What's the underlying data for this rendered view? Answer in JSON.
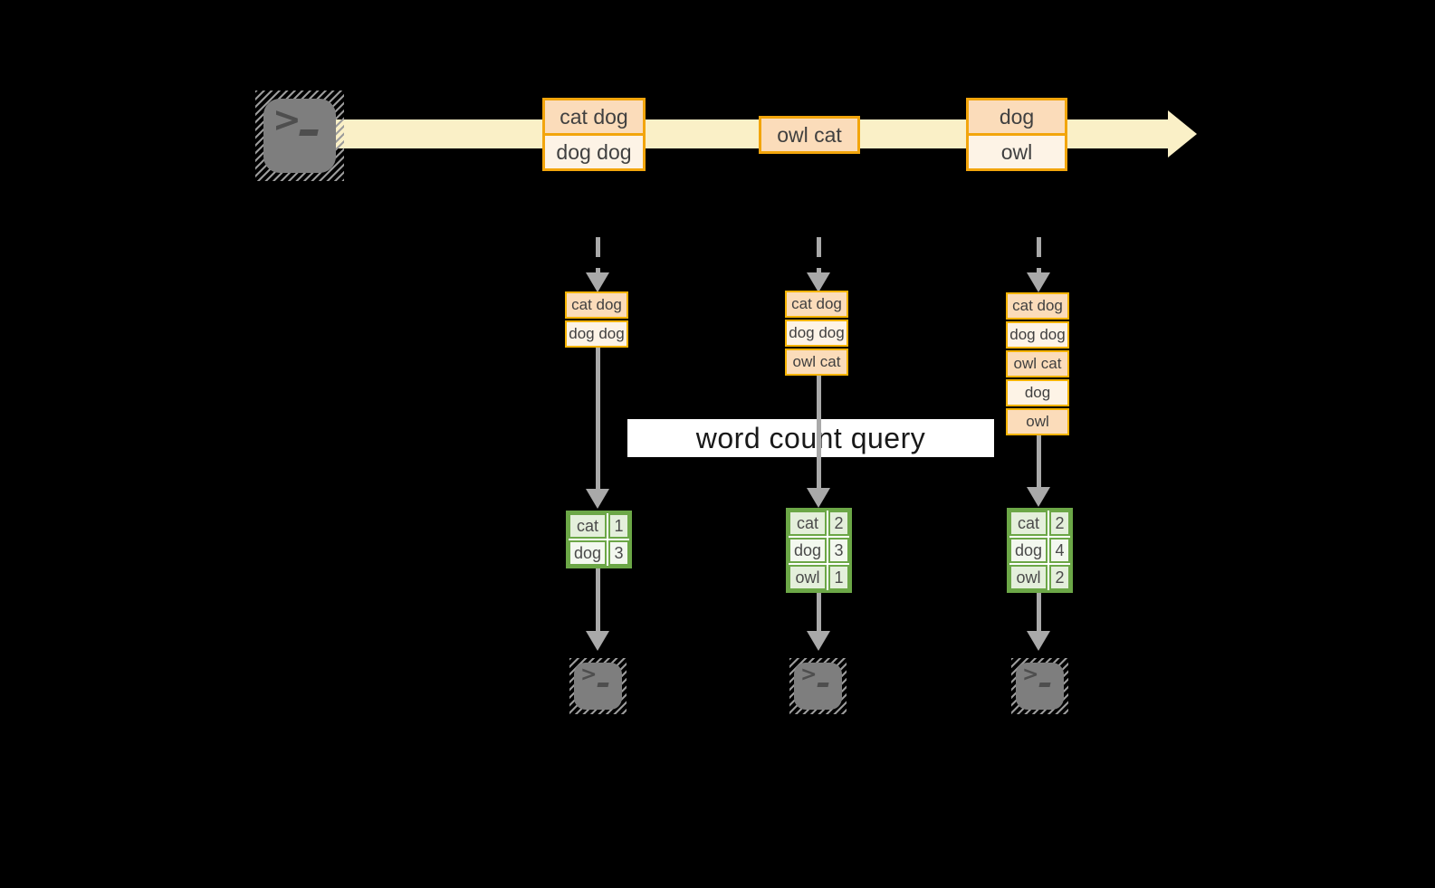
{
  "diagram": {
    "query_label": "word count query",
    "icons": {
      "terminal_prompt": ">"
    },
    "stream": {
      "events": [
        {
          "cells": [
            "cat dog",
            "dog dog"
          ]
        },
        {
          "cells": [
            "owl cat"
          ]
        },
        {
          "cells": [
            "dog",
            "owl"
          ]
        }
      ]
    },
    "columns": [
      {
        "buffer": [
          "cat dog",
          "dog dog"
        ],
        "counts": [
          {
            "word": "cat",
            "count": "1"
          },
          {
            "word": "dog",
            "count": "3"
          }
        ]
      },
      {
        "buffer": [
          "cat dog",
          "dog dog",
          "owl cat"
        ],
        "counts": [
          {
            "word": "cat",
            "count": "2"
          },
          {
            "word": "dog",
            "count": "3"
          },
          {
            "word": "owl",
            "count": "1"
          }
        ]
      },
      {
        "buffer": [
          "cat dog",
          "dog dog",
          "owl cat",
          "dog",
          "owl"
        ],
        "counts": [
          {
            "word": "cat",
            "count": "2"
          },
          {
            "word": "dog",
            "count": "4"
          },
          {
            "word": "owl",
            "count": "2"
          }
        ]
      }
    ],
    "colors": {
      "background": "#000000",
      "stream_band": "#FAF0C7",
      "record_border": "#F2A50C",
      "record_fill_dark": "#FBDCBA",
      "record_fill_light": "#FDF3E6",
      "stack_border": "#F5B301",
      "table_border": "#6CA747",
      "table_fill_dark": "#E4EFDB",
      "table_fill_light": "#F3F8EF",
      "arrow_gray": "#A9A9A9",
      "terminal_gray": "#7E7E7E",
      "banner_bg": "#FFFFFF",
      "banner_text": "#191919"
    }
  }
}
